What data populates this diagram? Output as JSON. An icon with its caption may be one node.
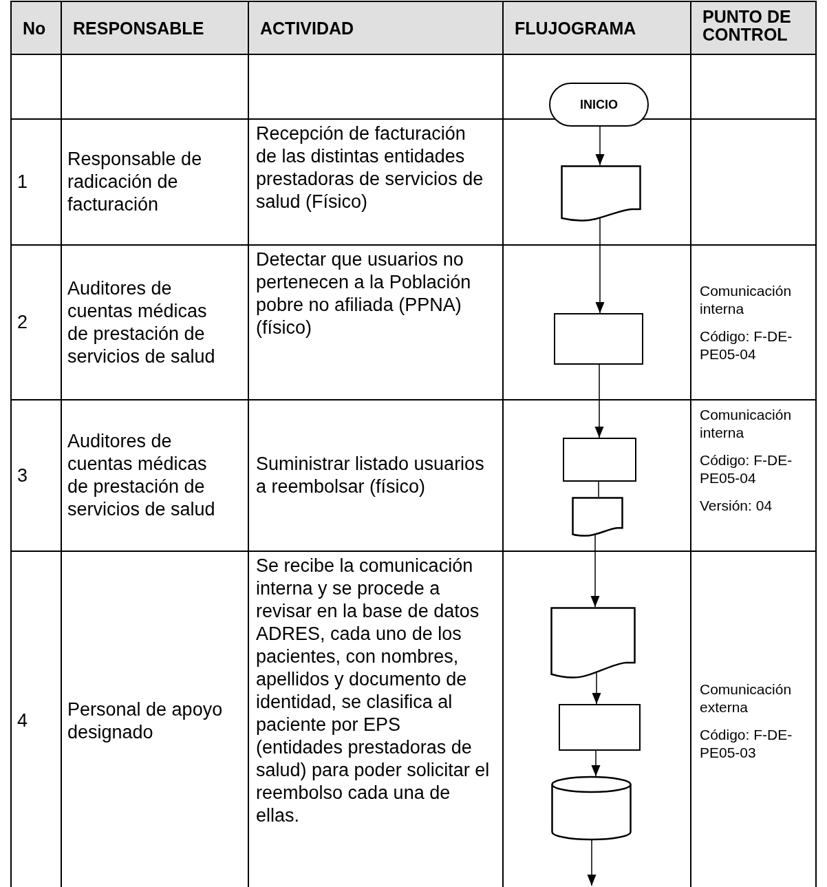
{
  "diagram": {
    "nodes": [
      {
        "text": [
          "INICIO"
        ]
      },
      {
        "text": [],
        "shape": "document"
      },
      {
        "text": [],
        "shape": "box"
      },
      {
        "text": [],
        "shape": "box"
      },
      {
        "text": [],
        "shape": "document"
      },
      {
        "text": [],
        "shape": "document"
      },
      {
        "text": [],
        "shape": "box"
      },
      {
        "text": [],
        "shape": "cylinder"
      }
    ],
    "edges": [
      {
        "from": 0,
        "to": 1,
        "arrow": "to"
      },
      {
        "from": 1,
        "to": 2,
        "arrow": "to"
      },
      {
        "from": 2,
        "to": 3,
        "arrow": "to"
      },
      {
        "from": 3,
        "to": 4,
        "arrow": "none"
      },
      {
        "from": 4,
        "to": 5,
        "arrow": "to"
      },
      {
        "from": 5,
        "to": 6,
        "arrow": "to"
      },
      {
        "from": 6,
        "to": 7,
        "arrow": "to"
      },
      {
        "from": 7,
        "to": null,
        "arrow": "to"
      }
    ],
    "labels": [
      "No",
      "RESPONSABLE",
      "ACTIVIDAD",
      "FLUJOGRAMA",
      "PUNTO DE CONTROL",
      "1",
      "Responsable de radicación de facturación",
      "Recepción de facturación de las distintas entidades prestadoras de servicios de salud (Físico)",
      "2",
      "Auditores de cuentas médicas de prestación de servicios de salud",
      "Detectar que usuarios no pertenecen a la Población pobre no afiliada (PPNA) (físico)",
      "Comunicación interna",
      "Código: F-DE-PE05-04",
      "3",
      "Auditores de cuentas médicas de prestación de servicios de salud",
      "Suministrar listado usuarios a reembolsar (físico)",
      "Comunicación interna",
      "Código: F-DE-PE05-04",
      "Versión: 04",
      "4",
      "Personal de apoyo designado",
      "Se recibe la comunicación interna y se procede a revisar en la base de datos ADRES, cada uno de los pacientes, con nombres, apellidos y documento de identidad, se clasifica al paciente por EPS (entidades prestadoras de salud) para poder solicitar el reembolso cada una de ellas.",
      "Comunicación externa",
      "Código: F-DE-PE05-03"
    ]
  }
}
